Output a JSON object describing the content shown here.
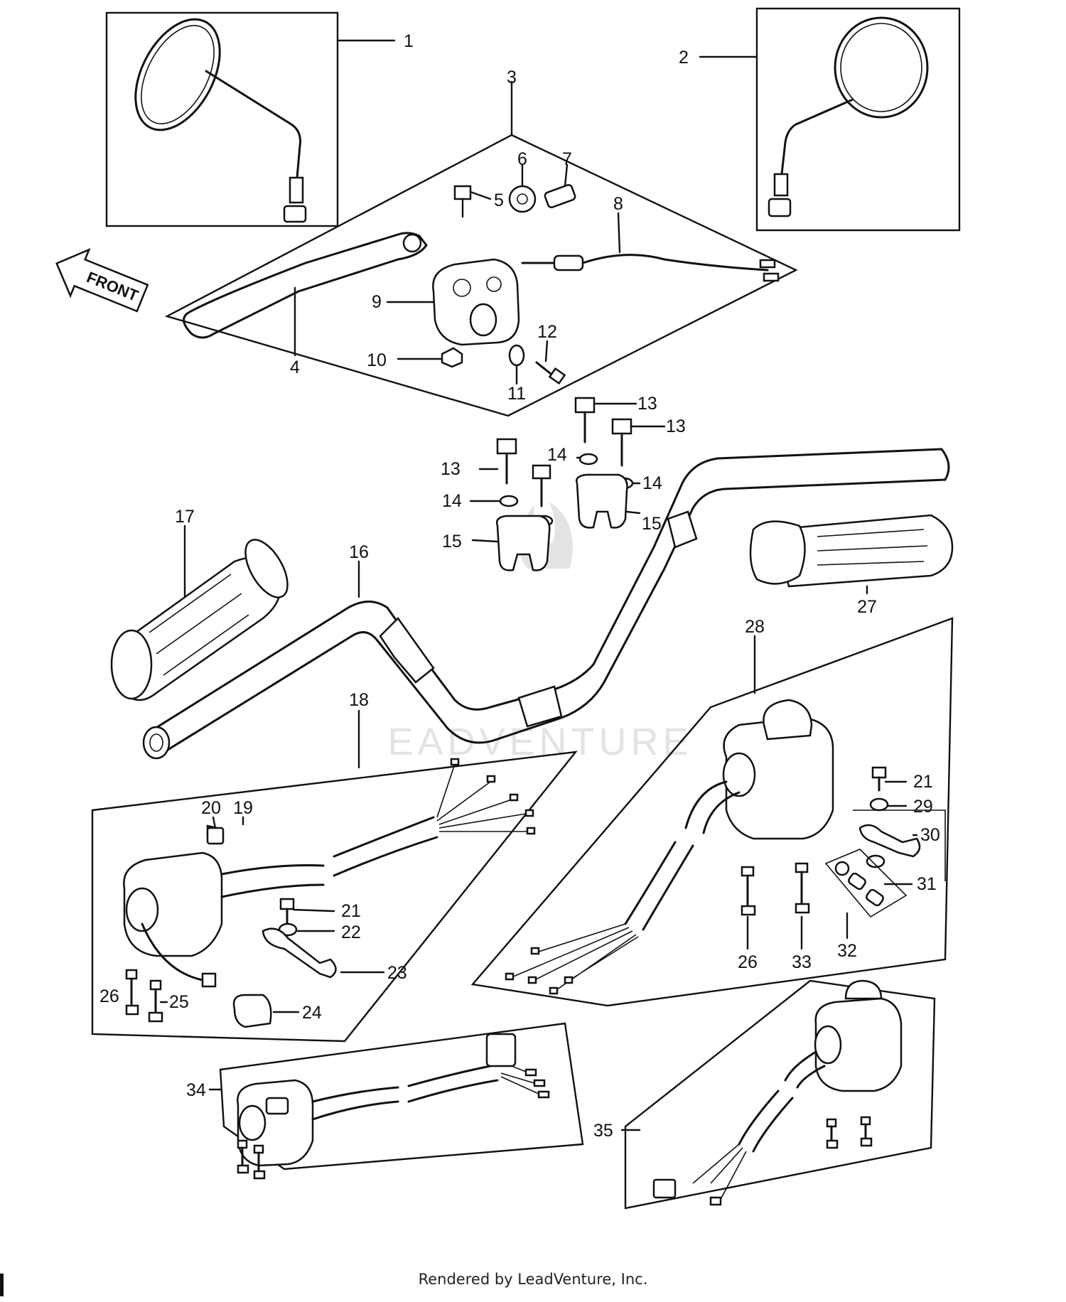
{
  "front_label": "FRONT",
  "watermark": "EADVENTURE",
  "footer": "Rendered by LeadVenture, Inc.",
  "callouts": {
    "c1": "1",
    "c2": "2",
    "c3": "3",
    "c4": "4",
    "c5": "5",
    "c6": "6",
    "c7": "7",
    "c8": "8",
    "c9": "9",
    "c10": "10",
    "c11": "11",
    "c12": "12",
    "c13a": "13",
    "c13b": "13",
    "c13c": "13",
    "c14a": "14",
    "c14b": "14",
    "c14c": "14",
    "c15a": "15",
    "c15b": "15",
    "c16": "16",
    "c17": "17",
    "c18": "18",
    "c19": "19",
    "c20": "20",
    "c21a": "21",
    "c21b": "21",
    "c22": "22",
    "c23": "23",
    "c24": "24",
    "c25": "25",
    "c26a": "26",
    "c26b": "26",
    "c27": "27",
    "c28": "28",
    "c29": "29",
    "c30": "30",
    "c31": "31",
    "c32": "32",
    "c33": "33",
    "c34": "34",
    "c35": "35"
  },
  "colors": {
    "ink": "#111111",
    "paper": "#ffffff",
    "watermark": "#e3e3e3"
  }
}
